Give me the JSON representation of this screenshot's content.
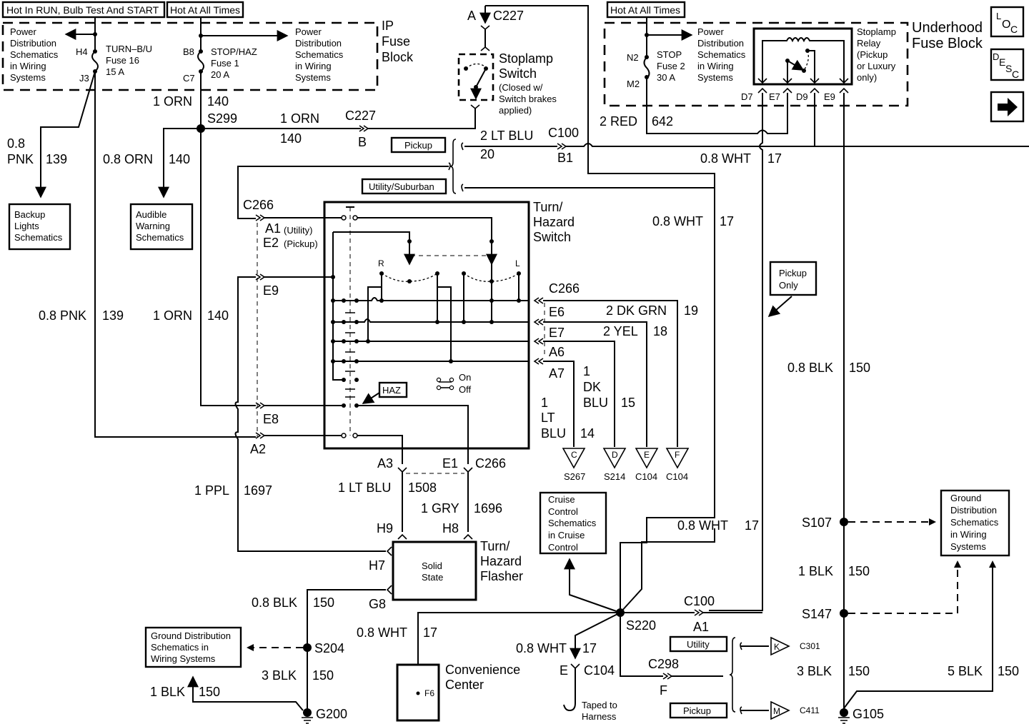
{
  "title": "Turn/Hazard Switch and Flasher Wiring Schematic",
  "power_labels": {
    "run_bulb_start": "Hot In RUN, Bulb Test And START",
    "hot_always_ip": "Hot At All Times",
    "hot_always_underhood": "Hot At All Times"
  },
  "ip_fuse_block": {
    "label_lines": [
      "IP",
      "Fuse",
      "Block"
    ],
    "power_dist_left": [
      "Power",
      "Distribution",
      "Schematics",
      "in Wiring",
      "Systems"
    ],
    "power_dist_right": [
      "Power",
      "Distribution",
      "Schematics",
      "in Wiring",
      "Systems"
    ],
    "fuse16": {
      "name": "TURN–B/U",
      "fuse": "Fuse 16",
      "rating": "15 A",
      "in": "H4",
      "out": "J3"
    },
    "fuse1": {
      "name": "STOP/HAZ",
      "fuse": "Fuse 1",
      "rating": "20 A",
      "in": "B8",
      "out": "C7"
    }
  },
  "underhood_fuse_block": {
    "label_lines": [
      "Underhood",
      "Fuse Block"
    ],
    "power_dist": [
      "Power",
      "Distribution",
      "Schematics",
      "in Wiring",
      "Systems"
    ],
    "fuse2": {
      "name": "STOP",
      "fuse": "Fuse 2",
      "rating": "30 A",
      "in": "N2",
      "out": "M2"
    },
    "relay_lines": [
      "Stoplamp",
      "Relay",
      "(Pickup",
      "or Luxury",
      "only)"
    ],
    "relay_pins": [
      "D7",
      "E7",
      "D9",
      "E9"
    ]
  },
  "nav_buttons": {
    "loc": [
      "L",
      "O",
      "C"
    ],
    "desc": [
      "D",
      "E",
      "S",
      "C"
    ],
    "next": "next-arrow"
  },
  "stoplamp_switch": {
    "label_lines": [
      "Stoplamp",
      "Switch"
    ],
    "note_lines": [
      "(Closed w/",
      "Switch brakes",
      "applied)"
    ],
    "connector": "C227",
    "pin_a": "A",
    "pin_b": "B"
  },
  "splices": {
    "s299": "S299",
    "s220": "S220",
    "s204": "S204",
    "s107": "S107",
    "s147": "S147"
  },
  "grounds": {
    "g200": "G200",
    "g105": "G105"
  },
  "wires": {
    "orn140_top": {
      "color": "1 ORN",
      "circuit": "140"
    },
    "orn140_h": {
      "color": "1 ORN",
      "circuit": "140"
    },
    "pnk139_top": {
      "color_lines": [
        "0.8",
        "PNK"
      ],
      "circuit": "139"
    },
    "orn140_audible": {
      "color": "0.8 ORN",
      "circuit": "140"
    },
    "pnk139_mid": {
      "color": "0.8 PNK",
      "circuit": "139"
    },
    "orn140_mid": {
      "color": "1 ORN",
      "circuit": "140"
    },
    "red642": {
      "color": "2 RED",
      "circuit": "642"
    },
    "ltblu20": {
      "color": "2 LT BLU",
      "circuit": "20"
    },
    "wht17_a": {
      "color": "0.8 WHT",
      "circuit": "17"
    },
    "wht17_b": {
      "color": "0.8 WHT",
      "circuit": "17"
    },
    "wht17_c": {
      "color": "0.8 WHT",
      "circuit": "17"
    },
    "wht17_d": {
      "color": "0.8 WHT",
      "circuit": "17"
    },
    "wht17_e": {
      "color": "0.8 WHT",
      "circuit": "17"
    },
    "dkgrn19": {
      "color": "2 DK GRN",
      "circuit": "19"
    },
    "yel18": {
      "color": "2 YEL",
      "circuit": "18"
    },
    "dkblu15": {
      "color_lines": [
        "1",
        "DK",
        "BLU"
      ],
      "circuit": "15"
    },
    "ltblu14": {
      "color_lines": [
        "1",
        "LT",
        "BLU"
      ],
      "circuit": "14"
    },
    "ppl1697": {
      "color": "1 PPL",
      "circuit": "1697"
    },
    "ltblu1508": {
      "color": "1 LT BLU",
      "circuit": "1508"
    },
    "gry1696": {
      "color": "1 GRY",
      "circuit": "1696"
    },
    "blk150_flasher": {
      "color": "0.8 BLK",
      "circuit": "150"
    },
    "blk150_s204": {
      "color": "3 BLK",
      "circuit": "150"
    },
    "blk150_g200": {
      "color": "1 BLK",
      "circuit": "150"
    },
    "blk150_right_top": {
      "color": "0.8 BLK",
      "circuit": "150"
    },
    "blk150_right_mid": {
      "color": "1 BLK",
      "circuit": "150"
    },
    "blk150_right_low": {
      "color": "3 BLK",
      "circuit": "150"
    },
    "blk150_right_far": {
      "color": "5 BLK",
      "circuit": "150"
    }
  },
  "connectors": {
    "c227_b": "C227",
    "c100_top": "C100",
    "c100_b1": "B1",
    "c266_top": "C266",
    "c266_a1": "A1",
    "c266_a1_note": "(Utility)",
    "c266_e2": "E2",
    "c266_e2_note": "(Pickup)",
    "c266_e9": "E9",
    "c266_e8": "E8",
    "c266_a2": "A2",
    "c266_right": "C266",
    "c266_e6": "E6",
    "c266_e7": "E7",
    "c266_a6": "A6",
    "c266_a7": "A7",
    "c266_a3": "A3",
    "c266_e1": "E1",
    "c266_bottom": "C266",
    "h9": "H9",
    "h8": "H8",
    "h7": "H7",
    "g8": "G8",
    "c100_bottom": "C100",
    "c100_a1": "A1",
    "c104_e": "E",
    "c104": "C104",
    "c298": "C298",
    "c298_f": "F"
  },
  "option_tags": {
    "pickup_top": "Pickup",
    "utility_suburban": "Utility/Suburban",
    "utility_bottom": "Utility",
    "pickup_bottom": "Pickup",
    "pickup_only": [
      "Pickup",
      "Only"
    ]
  },
  "turn_hazard_switch": {
    "label_lines": [
      "Turn/",
      "Hazard",
      "Switch"
    ],
    "r_label": "R",
    "l_label": "L",
    "haz_label": "HAZ",
    "legend_on": "On",
    "legend_off": "Off"
  },
  "off_page_refs": [
    {
      "letter": "C",
      "ref": "S267"
    },
    {
      "letter": "D",
      "ref": "S214"
    },
    {
      "letter": "E",
      "ref": "C104"
    },
    {
      "letter": "F",
      "ref": "C104"
    }
  ],
  "side_refs": [
    {
      "letter": "K",
      "ref": "C301"
    },
    {
      "letter": "M",
      "ref": "C411"
    }
  ],
  "flasher": {
    "label_lines": [
      "Turn/",
      "Hazard",
      "Flasher"
    ],
    "inner_lines": [
      "Solid",
      "State"
    ]
  },
  "convenience_center": {
    "label_lines": [
      "Convenience",
      "Center"
    ],
    "pin": "F6"
  },
  "taped_note": [
    "Taped to",
    "Harness"
  ],
  "ref_boxes": {
    "backup": [
      "Backup",
      "Lights",
      "Schematics"
    ],
    "audible": [
      "Audible",
      "Warning",
      "Schematics"
    ],
    "cruise": [
      "Cruise",
      "Control",
      "Schematics",
      "in Cruise",
      "Control"
    ],
    "ground_left": [
      "Ground Distribution",
      "Schematics in",
      "Wiring Systems"
    ],
    "ground_right": [
      "Ground",
      "Distribution",
      "Schematics",
      "in Wiring",
      "Systems"
    ]
  }
}
